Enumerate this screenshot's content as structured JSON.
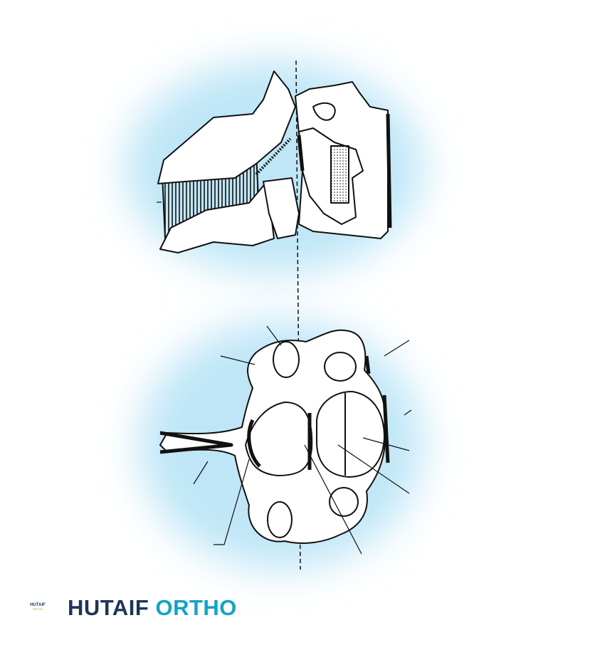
{
  "brand": {
    "name_part1": "HUTAIF",
    "name_part2": "ORTHO",
    "logo_text": "HUTAIF",
    "logo_sub": "ORTHO",
    "colors": {
      "dark": "#1d3557",
      "accent": "#13a3c6",
      "glow": "#bfe6f7"
    }
  },
  "diagram": {
    "views": [
      "lateral-view-cervical-vertebrae",
      "axial-view-cervical-vertebra"
    ]
  }
}
